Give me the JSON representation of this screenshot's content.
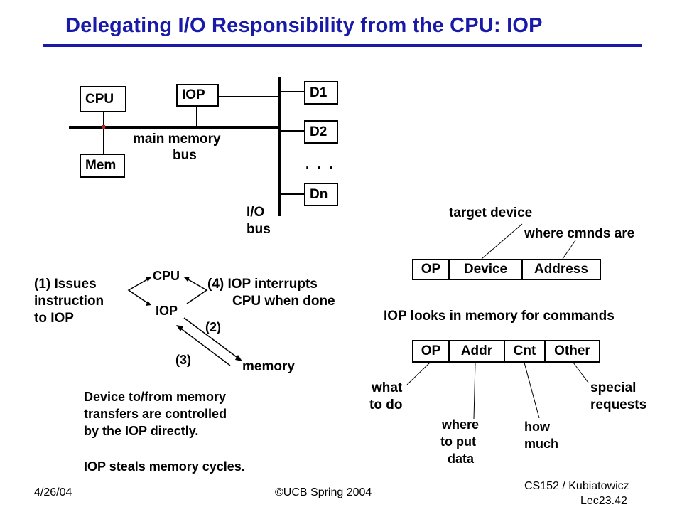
{
  "title": "Delegating I/O Responsibility from the CPU: IOP",
  "diagram": {
    "cpu": "CPU",
    "iop": "IOP",
    "mem": "Mem",
    "main_bus_line1": "main memory",
    "main_bus_line2": "bus",
    "d1": "D1",
    "d2": "D2",
    "dots": ". . .",
    "dn": "Dn",
    "io_bus_line1": "I/O",
    "io_bus_line2": "bus"
  },
  "flow": {
    "step1_line1": "(1) Issues",
    "step1_line2": "instruction",
    "step1_line3": "to IOP",
    "cpu": "CPU",
    "iop": "IOP",
    "step4_line1": "(4) IOP interrupts",
    "step4_line2": "CPU when done",
    "step2": "(2)",
    "step3": "(3)",
    "memory": "memory"
  },
  "notes": {
    "line1": "Device to/from memory",
    "line2": "transfers are controlled",
    "line3": "by the IOP directly.",
    "line4": "IOP steals memory cycles."
  },
  "format1": {
    "target_label": "target device",
    "where_label": "where cmnds are",
    "fields": [
      "OP",
      "Device",
      "Address"
    ]
  },
  "format2": {
    "heading": "IOP looks in memory for commands",
    "fields": [
      "OP",
      "Addr",
      "Cnt",
      "Other"
    ],
    "what_line1": "what",
    "what_line2": "to do",
    "where_line1": "where",
    "where_line2": "to put",
    "where_line3": "data",
    "how_line1": "how",
    "how_line2": "much",
    "special_line1": "special",
    "special_line2": "requests"
  },
  "footer": {
    "date": "4/26/04",
    "copyright": "©UCB Spring 2004",
    "course": "CS152 / Kubiatowicz",
    "lecture": "Lec23.42"
  },
  "colors": {
    "title": "#1a1aa8",
    "rule": "#1a1aa8",
    "bus_dot": "#c02020"
  }
}
